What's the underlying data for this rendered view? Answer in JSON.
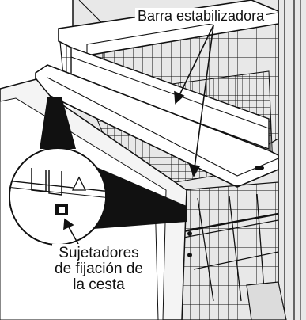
{
  "labels": {
    "stabilizer_bar": "Barra estabilizadora",
    "basket_fasteners_line1": "Sujetadores",
    "basket_fasteners_line2": "de fijación de",
    "basket_fasteners_line3": "la cesta"
  },
  "colors": {
    "line": "#111111",
    "cabinet_fill": "#e6e6e6",
    "door_fill": "#f2f2f2",
    "background": "#ffffff"
  }
}
